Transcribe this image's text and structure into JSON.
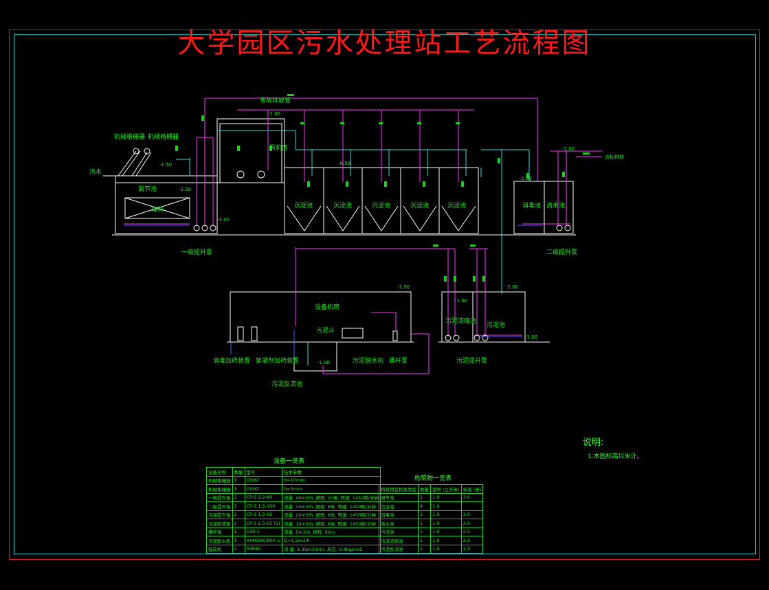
{
  "title": "大学园区污水处理站工艺流程图",
  "labels": {
    "mech_grille": "机械格栅器",
    "mech_grille2": "机械格栅器",
    "sewage_in": "污水",
    "emergency_discharge": "事故排放管",
    "blower_room": "风机房",
    "regulating_tank": "调节池",
    "filler": "填料",
    "sedimentation": [
      "沉淀池",
      "沉淀池",
      "沉淀池",
      "沉淀池",
      "沉淀池"
    ],
    "disinfection_tank": "消毒池",
    "clear_water_tank": "清水池",
    "outfall": "达标排放",
    "lift_pump_1": "一级提升泵",
    "lift_pump_2": "二级提升泵",
    "equipment_room": "设备机房",
    "sludge_vessel": "污泥斗",
    "sludge_thickener": "污泥浓缩池",
    "sludge_tank": "污泥池",
    "dosing_device": "消毒加药装置",
    "dosing_device2": "絮凝剂加药装置",
    "dewatering": "污泥脱水机",
    "screw_pump": "螺杆泵",
    "sludge_return": "污泥反流池",
    "sludge_lift": "污泥提升泵"
  },
  "elevations": [
    "-1.00",
    "-1.50",
    "-2.50",
    "-3.00",
    "-0.50",
    "-1.00",
    "-0.80",
    "-1.50",
    "-2.00",
    "-1.00",
    "-1.00",
    "-1.00"
  ],
  "notes": {
    "title": "说明:",
    "lines": [
      "1.本图标高以米计。"
    ]
  },
  "equipment_table": {
    "title": "设备一览表",
    "rows": [
      [
        "设备名称",
        "数量",
        "型号",
        "技术参数"
      ],
      [
        "机械格栅器",
        "1",
        "GSHZ",
        "b=10mm"
      ],
      [
        "机械格栅器",
        "1",
        "GSHZ",
        "b=5mm"
      ],
      [
        "一级提升泵",
        "2",
        "CP-S 2.2-80",
        "流量: 40m3/h, 扬程: 10米, 转速: 1450转/分钟"
      ],
      [
        "二级提升泵",
        "2",
        "CP-S 1.5-100",
        "流量: 30m3/h, 扬程: 8米, 转速: 1450转/分钟"
      ],
      [
        "污泥提升泵",
        "2",
        "CP-S 1.5-65",
        "流量: 20m3/h, 扬程: 8米, 转速: 1450转/分钟"
      ],
      [
        "污泥回流泵",
        "2",
        "CP-S 1.5-65 (1)",
        "流量: 15m3/h, 扬程: 8米, 转速: 1450转/分钟"
      ],
      [
        "螺杆泵",
        "1",
        "G35-1",
        "流量: 5m3/h, 扬程: 60m"
      ],
      [
        "污泥脱水机",
        "1",
        "XAMG80/800-U",
        "Q=1.5m3/h"
      ],
      [
        "鼓风机",
        "2",
        "SSR80",
        "流  量: 1.35m3/min, 风压: 0.4kg/cm2"
      ]
    ]
  },
  "structure_table": {
    "title": "构筑物一览表",
    "rows": [
      [
        "构筑物名称及类型",
        "数量",
        "容积 (立方米)",
        "标高 (米)"
      ],
      [
        "调节池",
        "1",
        "1.0",
        "3.0"
      ],
      [
        "沉淀池",
        "4",
        "1.0",
        ""
      ],
      [
        "消毒池",
        "1",
        "1.0",
        "3.0"
      ],
      [
        "清水池",
        "1",
        "1.0",
        "2.0"
      ],
      [
        "污泥池",
        "1",
        "1.0",
        "2.5"
      ],
      [
        "污泥浓缩池",
        "1",
        "1.0",
        "2.5"
      ],
      [
        "污泥反流池",
        "1",
        "1.0",
        "2.5"
      ]
    ]
  },
  "colors": {
    "frame_outer": "#e02020",
    "frame_inner": "#20c8c8",
    "structure": "#ffffff",
    "pipe_air": "#ff33ff",
    "pipe_water": "#33dddd",
    "label": "#22ee22",
    "title": "#ff1a1a"
  }
}
